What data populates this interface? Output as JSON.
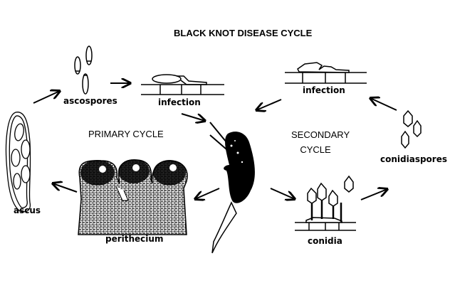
{
  "title": "BLACK KNOT DISEASE CYCLE",
  "cycles": {
    "primary": "PRIMARY CYCLE",
    "secondary_line1": "SECONDARY",
    "secondary_line2": "CYCLE"
  },
  "stages": {
    "ascospores": "ascospores",
    "infection_primary": "infection",
    "infection_secondary": "infection",
    "ascus": "ascus",
    "perithecium": "perithecium",
    "conidia": "conidia",
    "conidiaspores": "conidiaspores"
  },
  "colors": {
    "ink": "#000000",
    "background": "#ffffff"
  }
}
